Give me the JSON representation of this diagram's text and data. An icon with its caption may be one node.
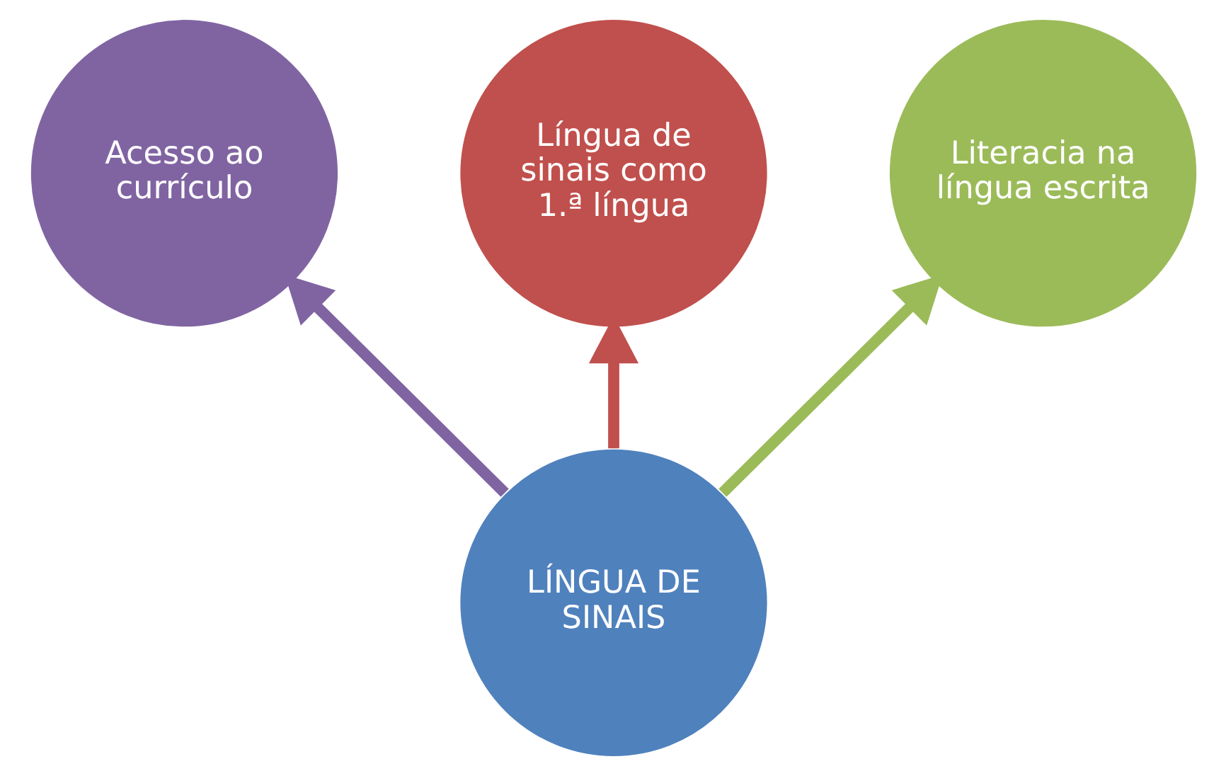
{
  "diagram": {
    "nodes": [
      {
        "text": [
          "Língua de sinais como 1.ª língua"
        ]
      },
      {
        "text": [
          "Acesso ao currículo"
        ]
      },
      {
        "text": [
          "Literacia na língua escrita"
        ]
      },
      {
        "text": [
          "LÍNGUA DE SINAIS"
        ]
      }
    ],
    "edges": [
      {
        "from": 3,
        "to": 0,
        "arrow": "to",
        "color": "#c0504d"
      },
      {
        "from": 3,
        "to": 1,
        "arrow": "to",
        "color": "#8064a2"
      },
      {
        "from": 3,
        "to": 2,
        "arrow": "to",
        "color": "#9bbb59"
      }
    ]
  }
}
